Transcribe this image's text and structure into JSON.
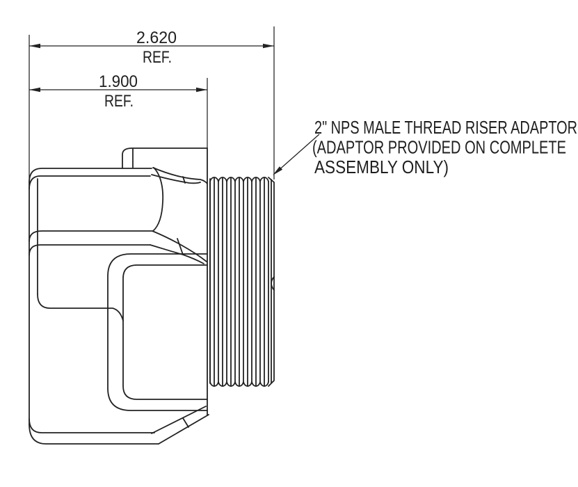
{
  "drawing": {
    "type": "engineering-dimension-drawing",
    "background": "#ffffff",
    "line_color": "#222222",
    "dimensions": {
      "overall": {
        "value": "2.620",
        "suffix": "REF."
      },
      "body": {
        "value": "1.900",
        "suffix": "REF."
      }
    },
    "callout": {
      "line1": "2\" NPS MALE THREAD RISER ADAPTOR",
      "line2": "(ADAPTOR PROVIDED ON COMPLETE",
      "line3": "ASSEMBLY ONLY)"
    }
  }
}
